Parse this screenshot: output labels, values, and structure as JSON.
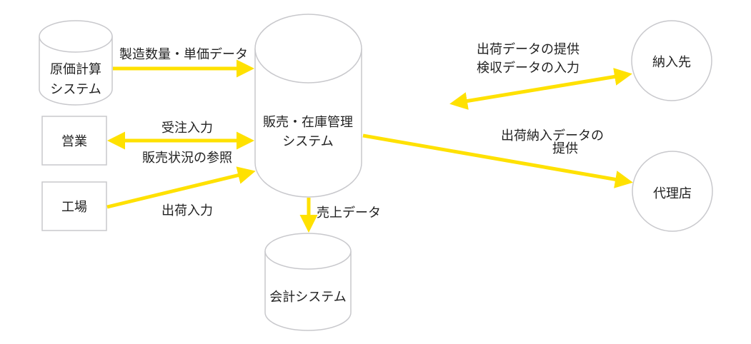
{
  "nodes": {
    "cost_system": [
      "原価計算",
      "システム"
    ],
    "main_system": [
      "販売・在庫管理",
      "システム"
    ],
    "accounting_system": "会計システム",
    "sales": "営業",
    "factory": "工場",
    "delivery_dest": "納入先",
    "agency": "代理店"
  },
  "flows": {
    "cost_to_main": "製造数量・単価データ",
    "sales_order": "受注入力",
    "sales_view": "販売状況の参照",
    "factory_ship": "出荷入力",
    "main_to_accounting": "売上データ",
    "delivery_1": "出荷データの提供",
    "delivery_2": "検収データの入力",
    "agency_1": "出荷納入データの",
    "agency_2": "提供"
  },
  "colors": {
    "arrow": "#ffe100",
    "outline": "#c8c8cc"
  }
}
